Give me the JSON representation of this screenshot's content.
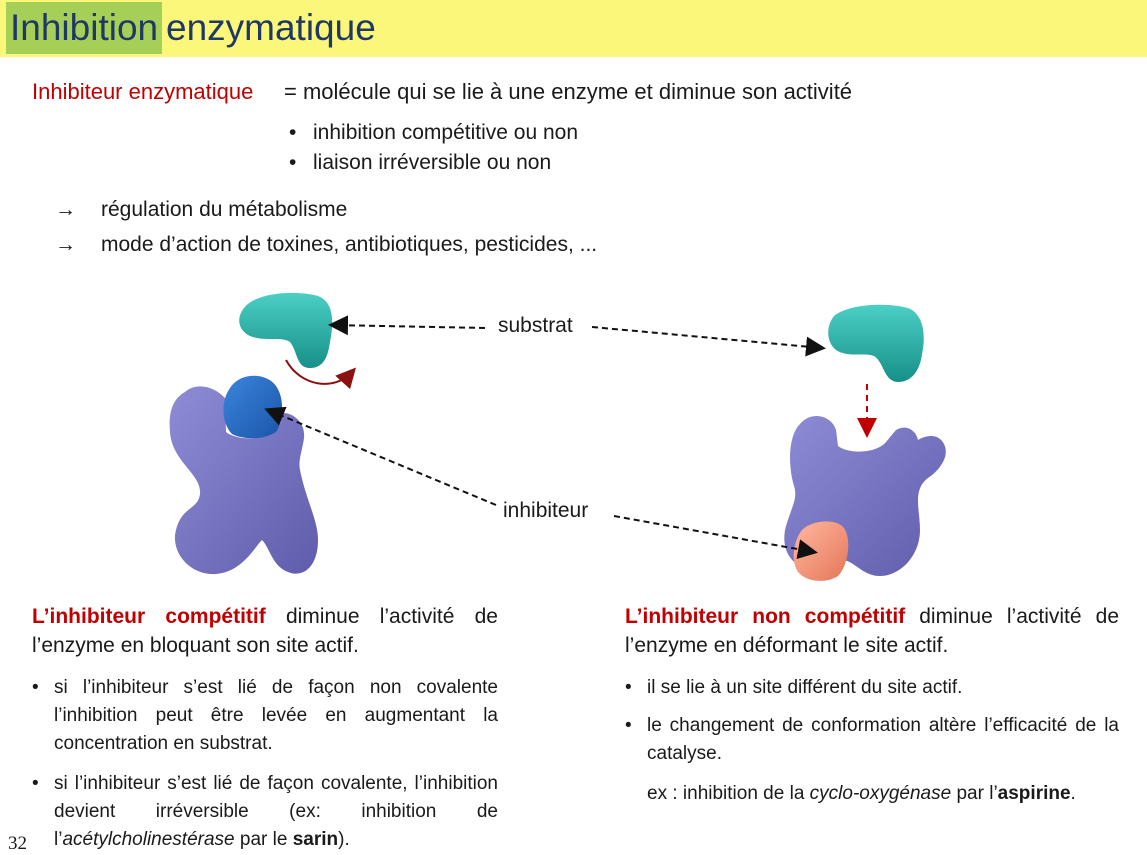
{
  "header": {
    "title_highlight": "Inhibition",
    "title_rest": "enzymatique"
  },
  "definition": {
    "term": "Inhibiteur enzymatique",
    "text": "= molécule qui se lie à une enzyme et diminue son activité",
    "bullets": [
      "inhibition compétitive ou non",
      "liaison irréversible ou non"
    ]
  },
  "consequences": {
    "arrow": "→",
    "items": [
      "régulation du métabolisme",
      "mode d’action de toxines, antibiotiques, pesticides, ..."
    ]
  },
  "diagram": {
    "substrate_label": "substrat",
    "inhibitor_label": "inhibiteur"
  },
  "competitive": {
    "title": "L’inhibiteur compétitif",
    "text": "diminue l’activité de l’enzyme en bloquant son site actif.",
    "bullets": [
      {
        "text": "si l’inhibiteur s’est lié de façon non covalente l’inhibition peut être levée en augmentant la concentration en substrat."
      },
      {
        "pre": "si l’inhibiteur s’est lié de façon covalente, l’inhibition devient irréversible (ex: inhibition de l’",
        "italic": "acétylcholinestérase",
        "mid": " par le ",
        "bold": "sarin",
        "post": ")."
      }
    ]
  },
  "noncompetitive": {
    "title": "L’inhibiteur non compétitif",
    "text": "diminue l’activité de l’enzyme en déformant le site actif.",
    "bullets": [
      "il se lie à un site différent du site actif.",
      "le changement de conformation altère l’efficacité de la catalyse."
    ],
    "example": {
      "pre": "ex : inhibition de la ",
      "italic": "cyclo-oxygénase",
      "mid": " par l’",
      "bold": "aspirine",
      "post": "."
    }
  },
  "page_number": "32",
  "colors": {
    "banner": "#fbf77a",
    "highlight": "#a6cf57",
    "title": "#1f3864",
    "accent": "#c00000",
    "enzyme": "#7f7cc4",
    "substrate": "#2bb0a8",
    "inhibitor_comp": "#2a70c8",
    "inhibitor_noncomp": "#f2957a"
  }
}
